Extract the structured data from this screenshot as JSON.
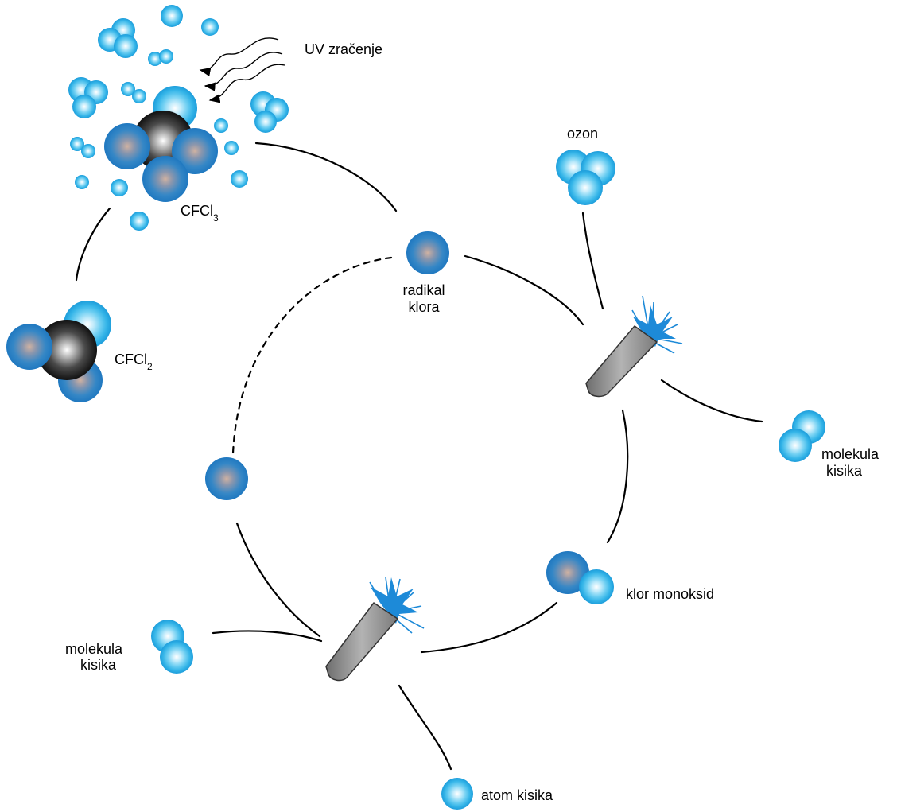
{
  "labels": {
    "uv": "UV zračenje",
    "cfcl3_main": "CFCl",
    "cfcl3_sub": "3",
    "cfcl2_main": "CFCl",
    "cfcl2_sub": "2",
    "radical_line1": "radikal",
    "radical_line2": "klora",
    "ozone": "ozon",
    "oxygen_molecule_right_line1": "molekula",
    "oxygen_molecule_right_line2": "kisika",
    "chlorine_monoxide": "klor monoksid",
    "oxygen_molecule_left_line1": "molekula",
    "oxygen_molecule_left_line2": "kisika",
    "oxygen_atom": "atom kisika"
  },
  "colors": {
    "chlorine": "#2f86c9",
    "oxygen": "#2fb3e8",
    "carbon": "#1a1a1a",
    "line": "#000000",
    "burst": "#1d8ad8",
    "tube": "#8f8f8f"
  }
}
